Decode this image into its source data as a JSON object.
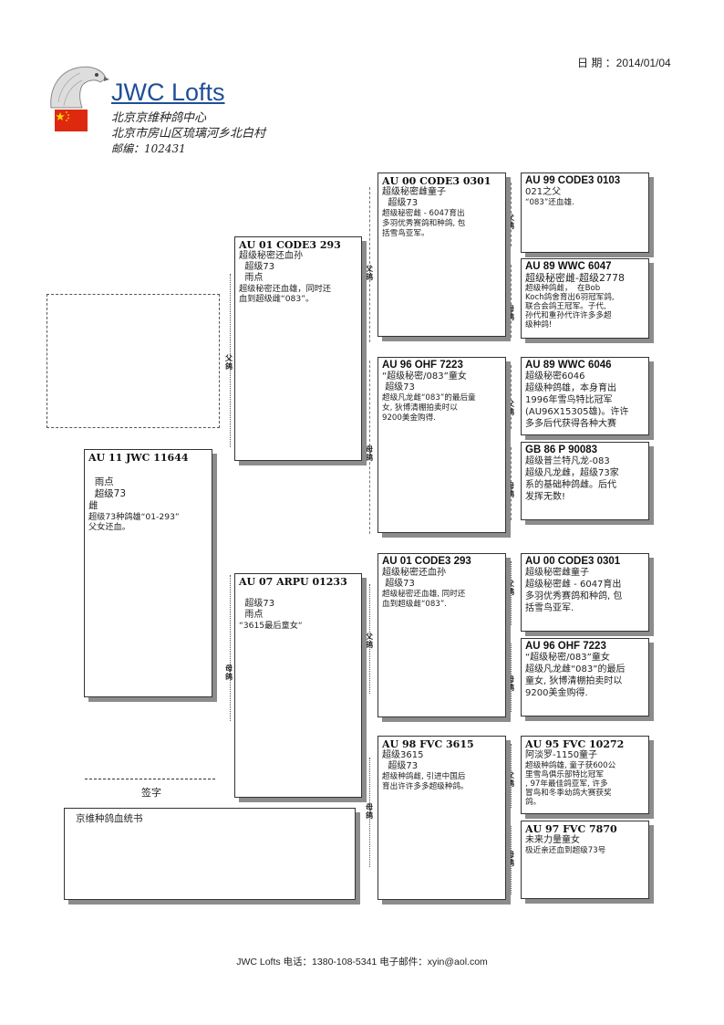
{
  "header": {
    "date_text": "日 期 ：2014/01/04",
    "title": "JWC Lofts",
    "name_cn": "北京京维种鸽中心",
    "address": "北京市房山区琉璃河乡北白村",
    "postcode": "邮编：102431"
  },
  "subject": {
    "id": "AU 11 JWC 11644",
    "lines": "  雨点\n  超级73\n雌",
    "note": "超级73种鸽雄“01-293”\n父女还血。"
  },
  "sire": {
    "id": "AU 01 CODE3 293",
    "lines": "超级秘密还血孙\n  超级73\n  雨点",
    "note": "超级秘密还血雄，同时还\n血到超级雌“083”。"
  },
  "dam": {
    "id": "AU 07 ARPU 01233",
    "lines": "\n  超级73\n  雨点",
    "note": "“3615最后童女“"
  },
  "ss": {
    "id": "AU 00 CODE3 0301",
    "lines": "超级秘密雌童子\n  超级73",
    "note": "超级秘密雌 - 6047育出\n多羽优秀赛鸽和种鸽, 包\n括雪鸟亚军。"
  },
  "sd": {
    "id": "AU 96 OHF 7223",
    "lines": "“超级秘密/083”童女\n 超级73",
    "note": "超级凡龙雌“083”的最后童\n女, 狄博清棚拍卖时以\n9200美金购得."
  },
  "ds": {
    "id": "AU 01 CODE3 293",
    "lines": "超级秘密还血孙\n 超级73",
    "note": "超级秘密还血雄, 同时还\n血到超级雌“083”."
  },
  "dd": {
    "id": "AU 98 FVC 3615",
    "lines": "超级3615\n  超级73",
    "note": "超级种鸽雌, 引进中国后\n育出许许多多超级种鸽。"
  },
  "sss": {
    "id": "AU 99 CODE3 0103",
    "lines": "021之父",
    "note": "“083”还血雄."
  },
  "ssd": {
    "id": "AU 89 WWC 6047",
    "lines": "超级秘密雌-超级2778",
    "note": "超级种鸽雌，  在Bob\nKoch鸽舍育出6羽冠军鸽,\n联合会鸽王冠军。子代,\n孙代和重孙代许许多多超\n级种鸽!"
  },
  "sds": {
    "id": "AU 89 WWC 6046",
    "lines": "超级秘密6046",
    "note": "超级种鸽雄，本身育出\n1996年雪鸟特比冠军\n(AU96X15305雄)。许许\n多多后代获得各种大赛"
  },
  "sdd": {
    "id": "GB 86 P 90083",
    "lines": "超级普兰特凡龙-083",
    "note": "超级凡龙雌，超级73家\n系的基础种鸽雌。后代\n发挥无数!"
  },
  "dss": {
    "id": "AU 00 CODE3 0301",
    "lines": "超级秘密雌童子",
    "note": "超级秘密雌 - 6047育出\n多羽优秀赛鸽和种鸽, 包\n括雪鸟亚军."
  },
  "dsd": {
    "id": "AU 96 OHF 7223",
    "lines": "“超级秘密/083”童女",
    "note": "超级凡龙雌“083”的最后\n童女, 狄博清棚拍卖时以\n9200美金购得."
  },
  "dds": {
    "id": "AU  95  FVC  10272",
    "lines": "阿淡罗-1150童子",
    "note": "超级种鸽雄, 童子获600公\n里雪鸟俱乐部特比冠军\n, 97年最佳鸽亚军, 许多\n冒鸟和冬季幼鸽大赛获奖\n鸽。"
  },
  "ddd": {
    "id": "AU  97  FVC  7870",
    "lines": "未来力量童女",
    "note": "极近亲还血到超级73号"
  },
  "labels": {
    "father": "父鸽",
    "mother": "母鸽",
    "signature": "签字",
    "cert": "京维种鸽血统书"
  },
  "footer": {
    "text": "JWC Lofts 电话：1380-108-5341  电子邮件：xyin@aol.com"
  },
  "colors": {
    "title": "#1f4f97",
    "shadow": "#8c8c8c",
    "flag": "#de2910"
  }
}
